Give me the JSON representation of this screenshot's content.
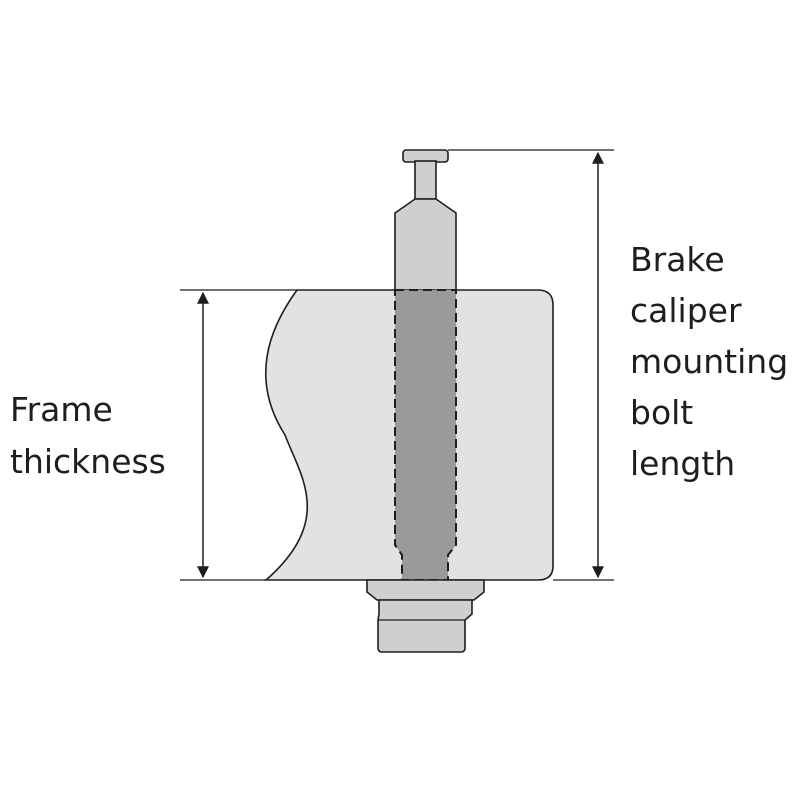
{
  "labels": {
    "frame": [
      "Frame",
      "thickness"
    ],
    "bolt": [
      "Brake",
      "caliper",
      "mounting",
      "bolt",
      "length"
    ]
  },
  "colors": {
    "line": "#1e1e1e",
    "frame_fill": "#e2e2e2",
    "bolt_fill": "#cfcfcf",
    "bolt_inside_fill": "#9a9a9a",
    "text": "#1e1e1e"
  }
}
